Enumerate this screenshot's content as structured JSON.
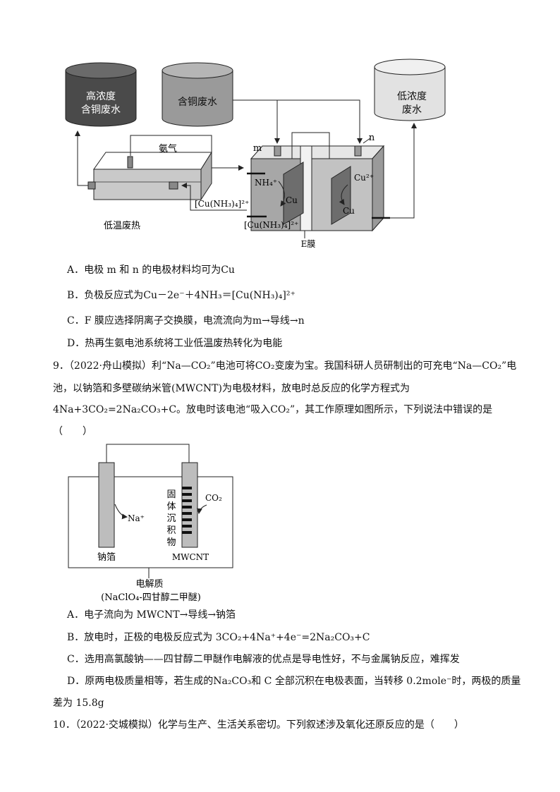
{
  "figure1": {
    "tank_high": [
      "高浓度",
      "含铜废水"
    ],
    "tank_mid": "含铜废水",
    "tank_low": [
      "低浓度",
      "废水"
    ],
    "ammonia": "氨气",
    "low_heat": "低温废热",
    "complex_left": "[Cu(NH₃)₄]²⁺",
    "complex_bottom": "[Cu(NH₃)₄]²⁺",
    "electrode_m": "m",
    "electrode_n": "n",
    "nh4": "NH₄⁺",
    "cu_left": "Cu",
    "cu2": "Cu²⁺",
    "cu_right": "Cu",
    "membrane": "E膜"
  },
  "q8": {
    "option_a": "A．电极 m 和 n 的电极材料均可为Cu",
    "option_b": "B．负极反应式为Cu－2e⁻＋4NH₃＝[Cu(NH₃)₄]²⁺",
    "option_c": "C．F 膜应选择阴离子交换膜，电流流向为m→导线→n",
    "option_d": "D．热再生氨电池系统将工业低温废热转化为电能"
  },
  "q9": {
    "line1": "9．（2022·舟山模拟）利“Na—CO₂”电池可将CO₂变废为宝。我国科研人员研制出的可充电“Na—CO₂”电",
    "line2": "池，以钠箔和多壁碳纳米管(MWCNT)为电极材料，放电时总反应的化学方程式为",
    "line3": "4Na+3CO₂=2Na₂CO₃+C。放电时该电池“吸入CO₂”，其工作原理如图所示，下列说法中错误的是",
    "line4": "（　　）",
    "figure": {
      "solid_deposit": [
        "固",
        "体",
        "沉",
        "积",
        "物"
      ],
      "co2": "CO₂",
      "na_ion": "Na⁺",
      "sodium_foil": "钠箔",
      "mwcnt": "MWCNT",
      "electrolyte": "电解质",
      "electrolyte_detail": "(NaClO₄-四甘醇二甲醚)"
    },
    "option_a": "A．电子流向为 MWCNT→导线→钠箔",
    "option_b": "B．放电时，正极的电极反应式为 3CO₂+4Na⁺+4e⁻=2Na₂CO₃+C",
    "option_c": "C．选用高氯酸钠——四甘醇二甲醚作电解液的优点是导电性好，不与金属钠反应，难挥发",
    "option_d1": "D．原两电极质量相等，若生成的Na₂CO₃和 C 全部沉积在电极表面，当转移 0.2mole⁻时，两极的质量",
    "option_d2": "差为 15.8g"
  },
  "q10": {
    "line1": "10．（2022·交城模拟）化学与生产、生活关系密切。下列叙述涉及氧化还原反应的是（　　）"
  }
}
